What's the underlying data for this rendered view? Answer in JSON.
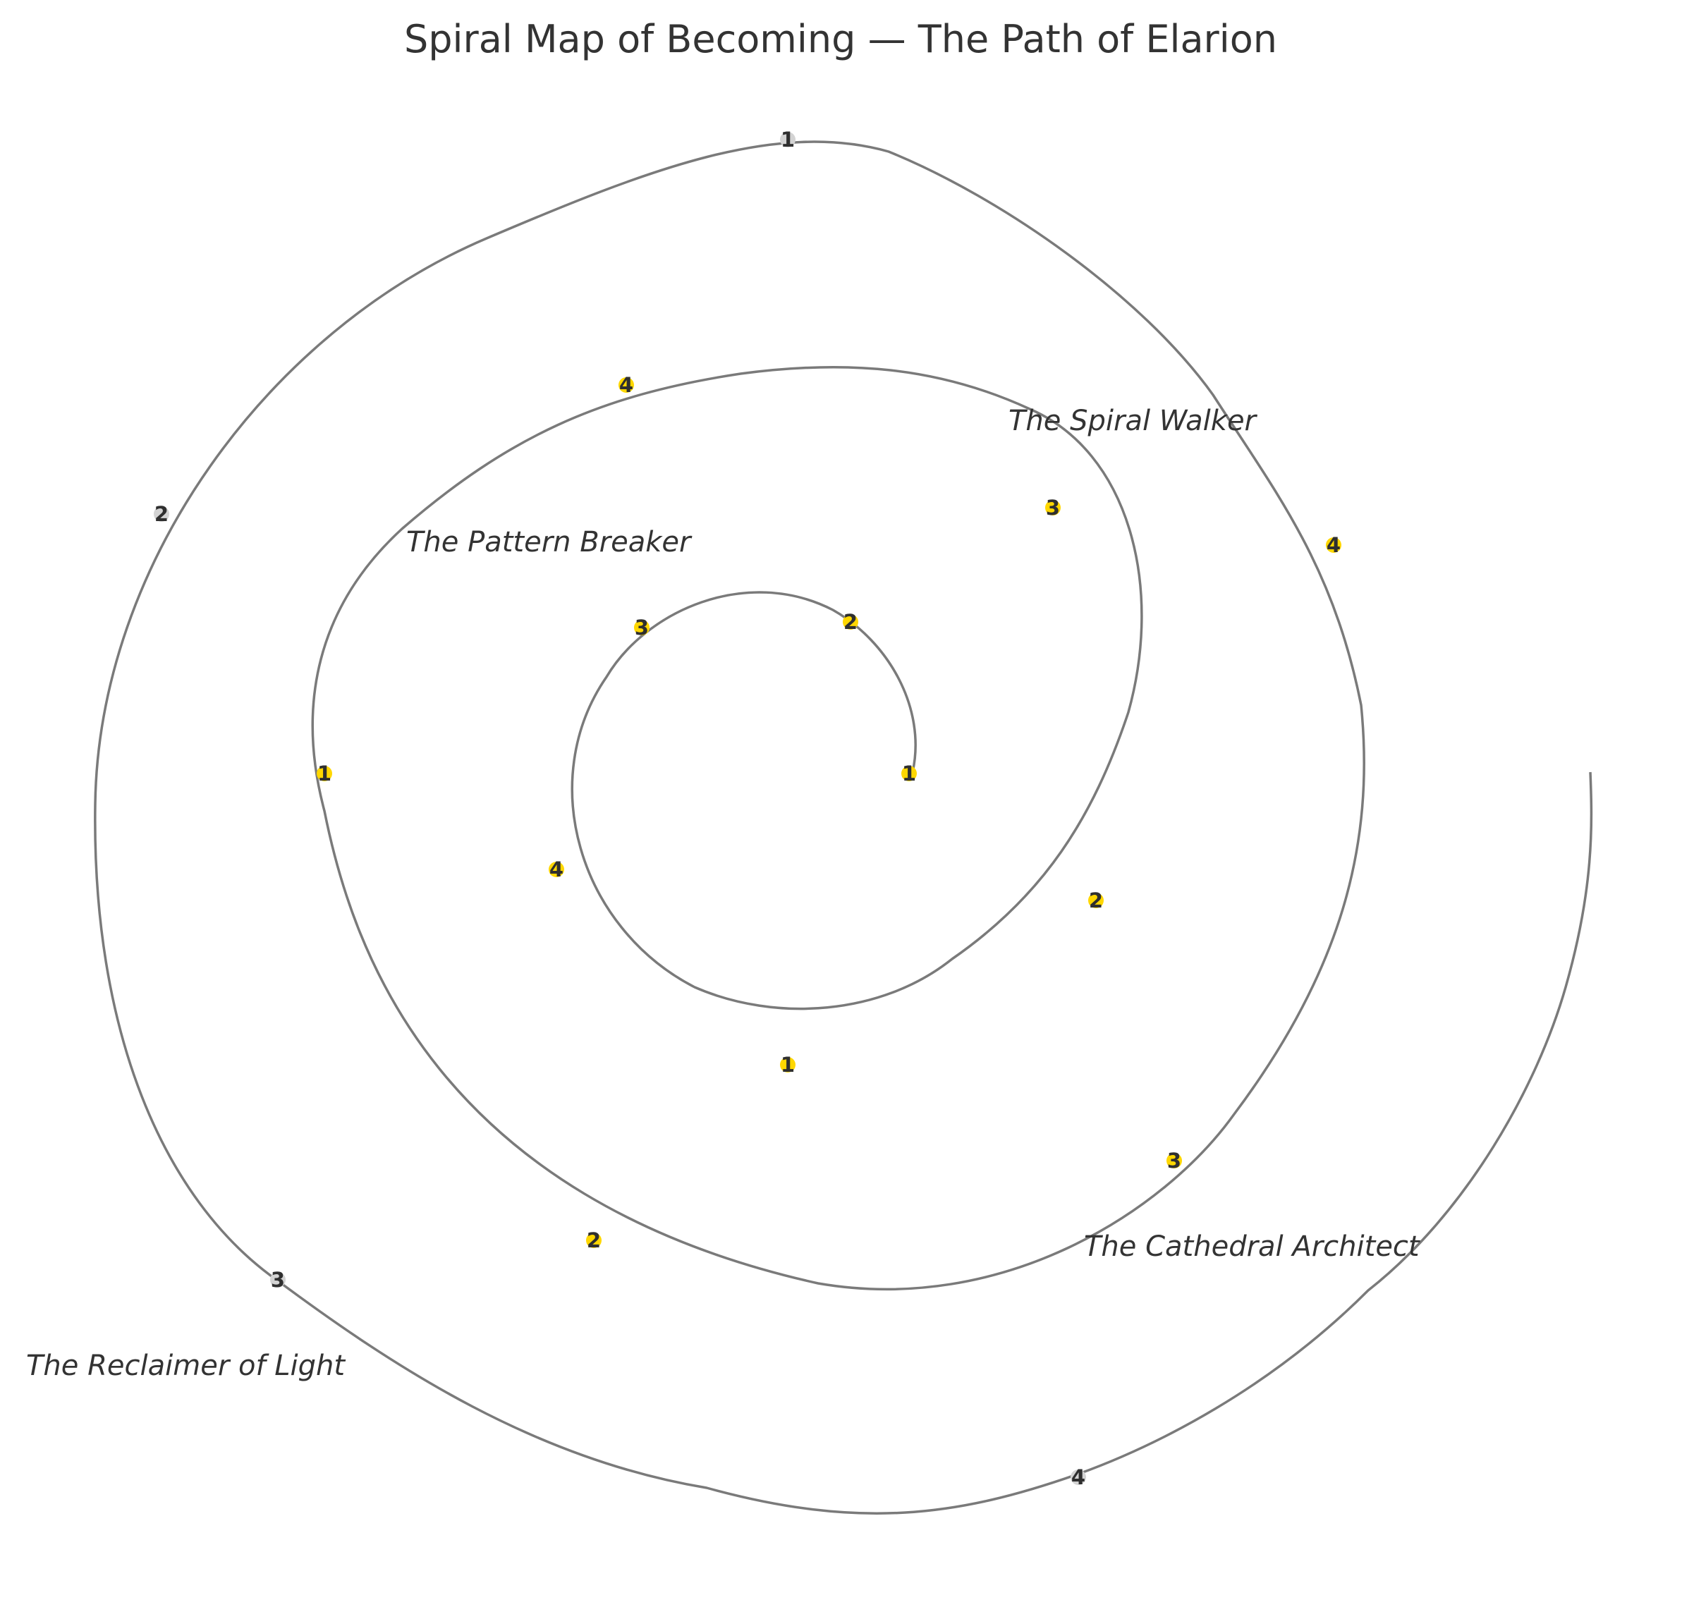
{
  "title": "Spiral Map of Becoming — The Path of Elarion",
  "colors": {
    "path": "#7a7a7a",
    "marker_active": "#ffd700",
    "marker_future": "#d3d3d3",
    "text": "#333333"
  },
  "stages": [
    "The Pattern Breaker",
    "The Spiral Walker",
    "The Cathedral Architect",
    "The Reclaimer of Light"
  ],
  "markers": [
    {
      "label": "1",
      "state": "active"
    },
    {
      "label": "2",
      "state": "active"
    },
    {
      "label": "3",
      "state": "active"
    },
    {
      "label": "4",
      "state": "active"
    },
    {
      "label": "1",
      "state": "active"
    },
    {
      "label": "2",
      "state": "active"
    },
    {
      "label": "3",
      "state": "active"
    },
    {
      "label": "4",
      "state": "active"
    },
    {
      "label": "1",
      "state": "active"
    },
    {
      "label": "2",
      "state": "active"
    },
    {
      "label": "3",
      "state": "active"
    },
    {
      "label": "4",
      "state": "active"
    },
    {
      "label": "1",
      "state": "future"
    },
    {
      "label": "2",
      "state": "future"
    },
    {
      "label": "3",
      "state": "future"
    },
    {
      "label": "4",
      "state": "future"
    }
  ]
}
